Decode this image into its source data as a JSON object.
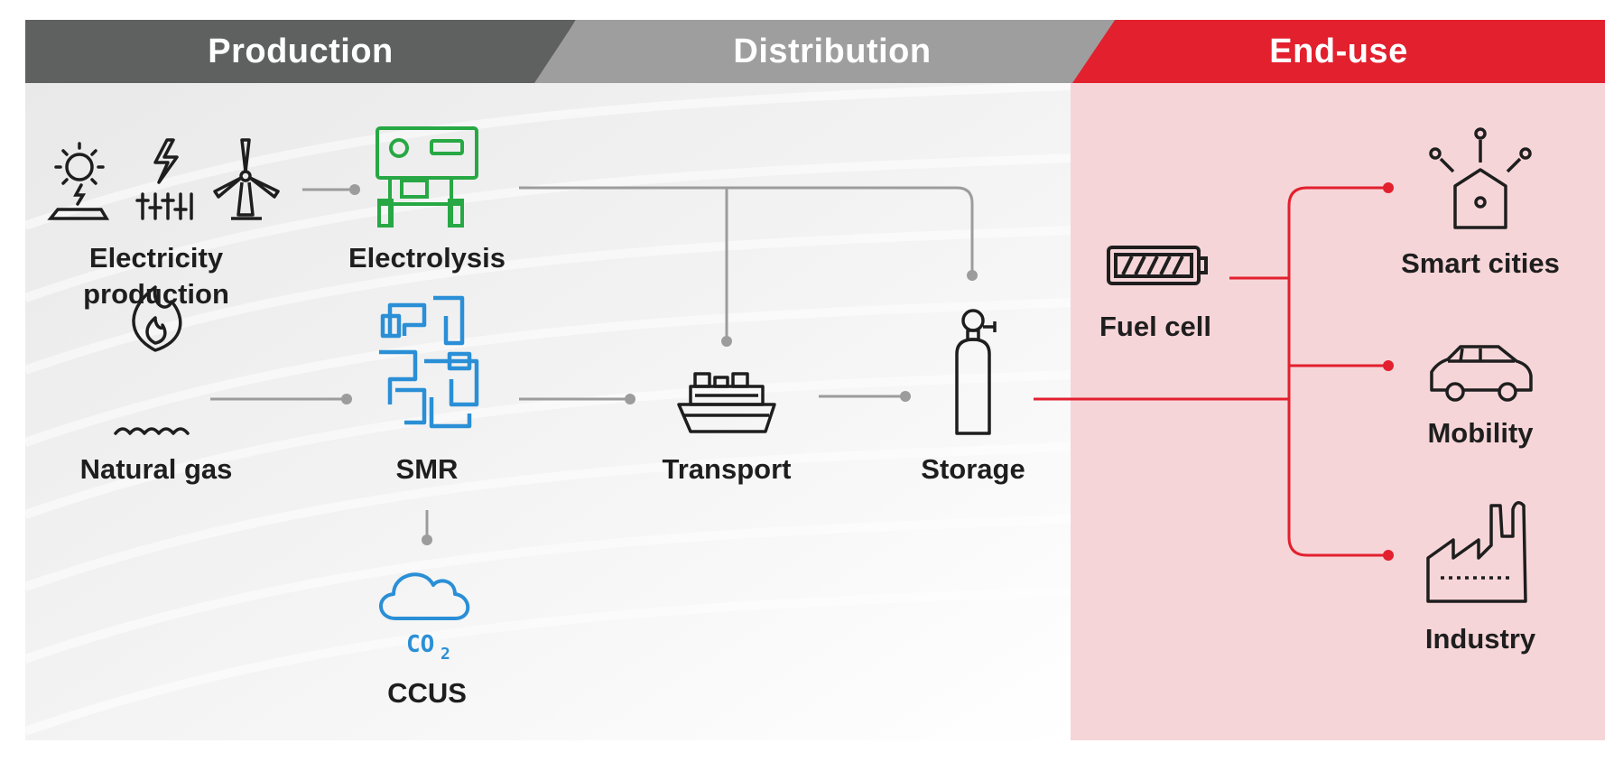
{
  "headers": {
    "production": "Production",
    "distribution": "Distribution",
    "end_use": "End-use"
  },
  "nodes": {
    "electricity_production": {
      "line1": "Electricity",
      "line2": "production"
    },
    "electrolysis": "Electrolysis",
    "natural_gas": "Natural gas",
    "smr": "SMR",
    "co2_text": "CO",
    "co2_sub": "2",
    "ccus": "CCUS",
    "transport": "Transport",
    "storage": "Storage",
    "fuel_cell": "Fuel cell",
    "smart_cities": "Smart cities",
    "mobility": "Mobility",
    "industry": "Industry"
  },
  "colors": {
    "production": "#5f6161",
    "distribution": "#9e9e9e",
    "end_use": "#e2202e",
    "end_use_bg": "#f6d5d8",
    "connector_gray": "#9c9c9c",
    "connector_red": "#e2202e",
    "electrolysis_icon": "#27a844",
    "smr_icon": "#2a8fd6",
    "ccus_icon": "#2a8fd6"
  },
  "icons": [
    "sun-icon",
    "lightning-icon",
    "grid-bars-icon",
    "wind-turbine-icon",
    "electrolyzer-icon",
    "flame-icon",
    "smr-reactor-icon",
    "co2-cloud-icon",
    "ship-icon",
    "gas-cylinder-icon",
    "battery-icon",
    "smart-city-icon",
    "car-icon",
    "factory-icon"
  ]
}
